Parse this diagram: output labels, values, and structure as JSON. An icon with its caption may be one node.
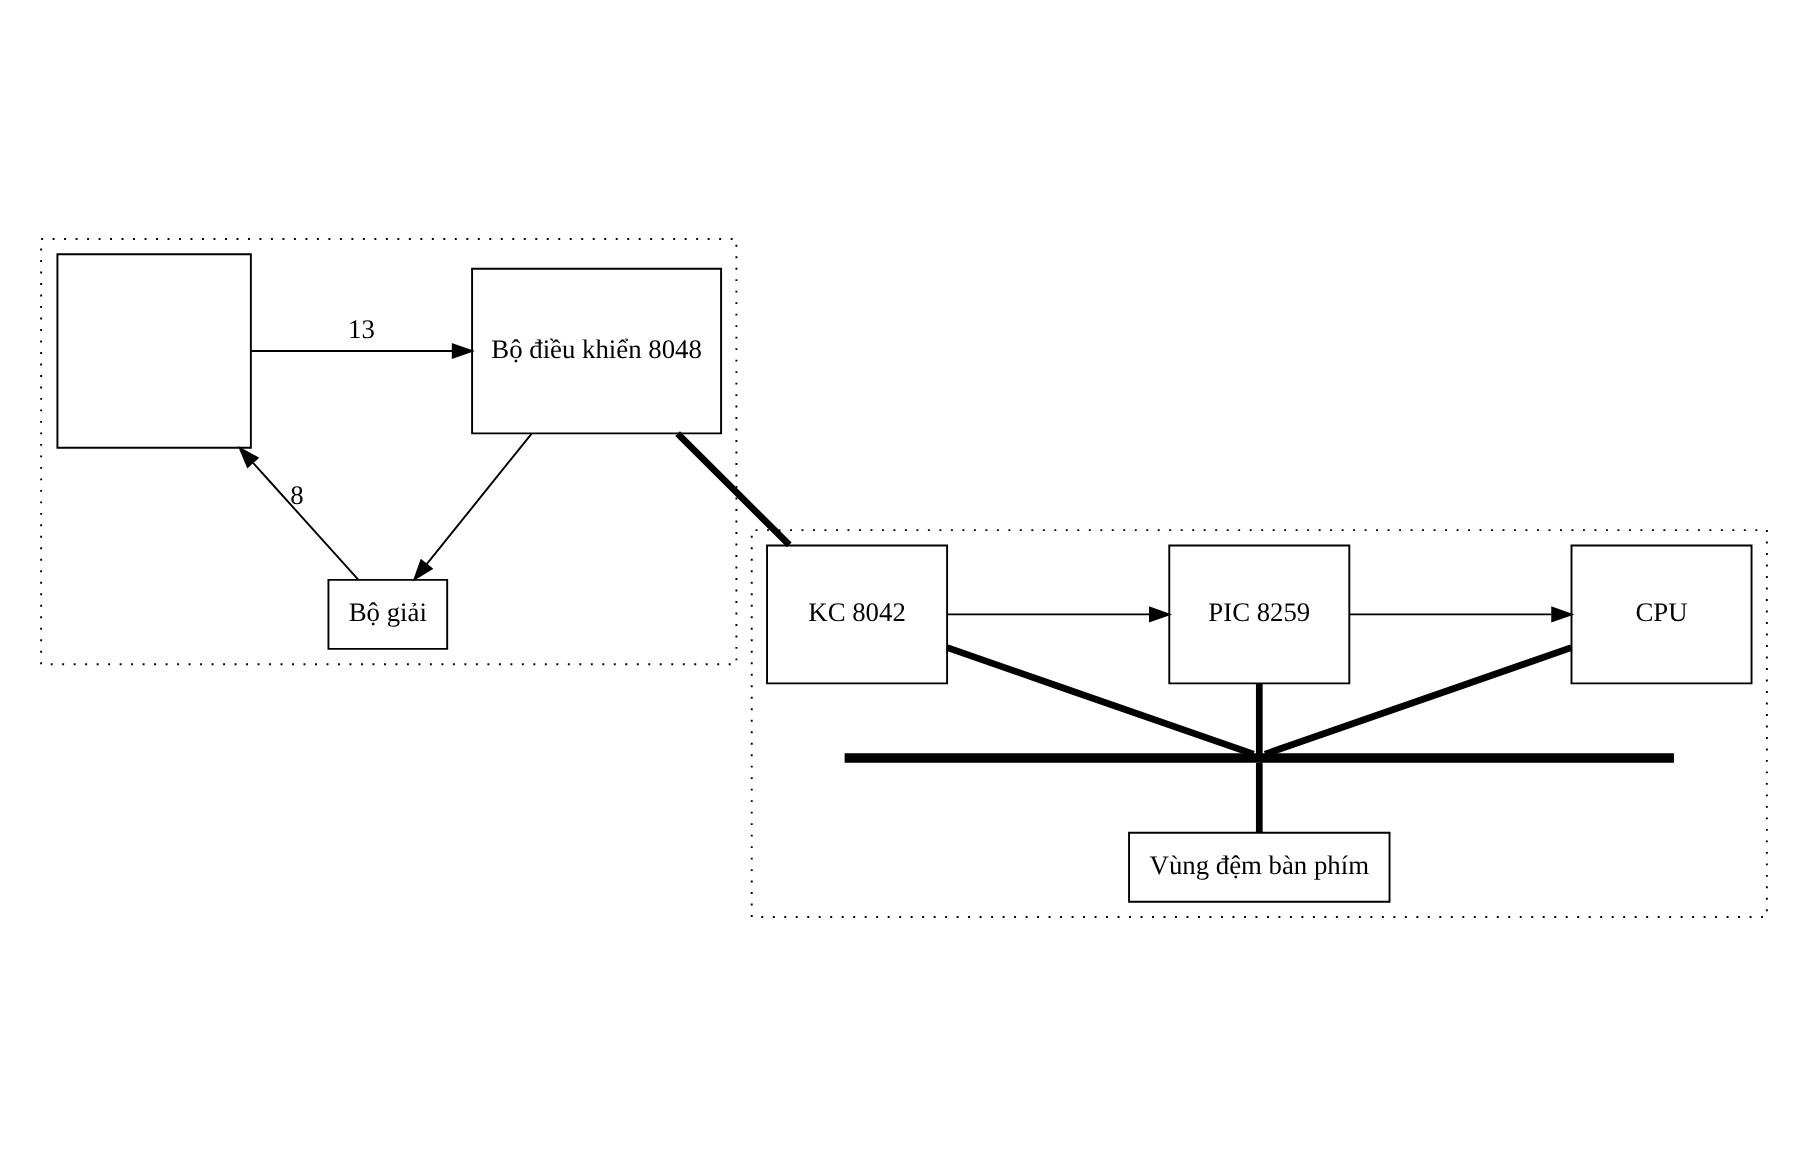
{
  "diagram": {
    "nodes": [
      {
        "text": [],
        "shape": "box"
      },
      {
        "text": [],
        "shape": "box",
        "in": 0
      },
      {
        "text": [
          "Bộ giải"
        ],
        "in": 0
      },
      {
        "text": [
          "Bộ điều khiển 8048"
        ],
        "in": 0
      },
      {
        "text": [],
        "shape": "box"
      },
      {
        "text": [
          "CPU"
        ],
        "in": 4
      },
      {
        "text": [
          "PIC 8259"
        ],
        "in": 4
      },
      {
        "text": [
          "KC 8042"
        ],
        "in": 4
      },
      {
        "text": [],
        "shape": "bar",
        "in": 4
      },
      {
        "text": [
          "Vùng đệm bàn phím"
        ],
        "in": 4
      }
    ],
    "edges": [
      {
        "from": 2,
        "to": 1,
        "arrow": "to",
        "label": "8"
      },
      {
        "from": 1,
        "to": 3,
        "arrow": "to",
        "label": "13"
      },
      {
        "from": 3,
        "to": 2,
        "arrow": "to"
      },
      {
        "from": 3,
        "to": 7,
        "arrow": "none",
        "style": "thick"
      },
      {
        "from": 7,
        "to": 6,
        "arrow": "to"
      },
      {
        "from": 6,
        "to": 5,
        "arrow": "to"
      },
      {
        "from": 5,
        "to": 8,
        "arrow": "none",
        "style": "thick"
      },
      {
        "from": 6,
        "to": 8,
        "arrow": "none",
        "style": "thick"
      },
      {
        "from": 7,
        "to": 8,
        "arrow": "none",
        "style": "thick"
      },
      {
        "from": 8,
        "to": 9,
        "arrow": "none",
        "style": "thick"
      }
    ]
  }
}
